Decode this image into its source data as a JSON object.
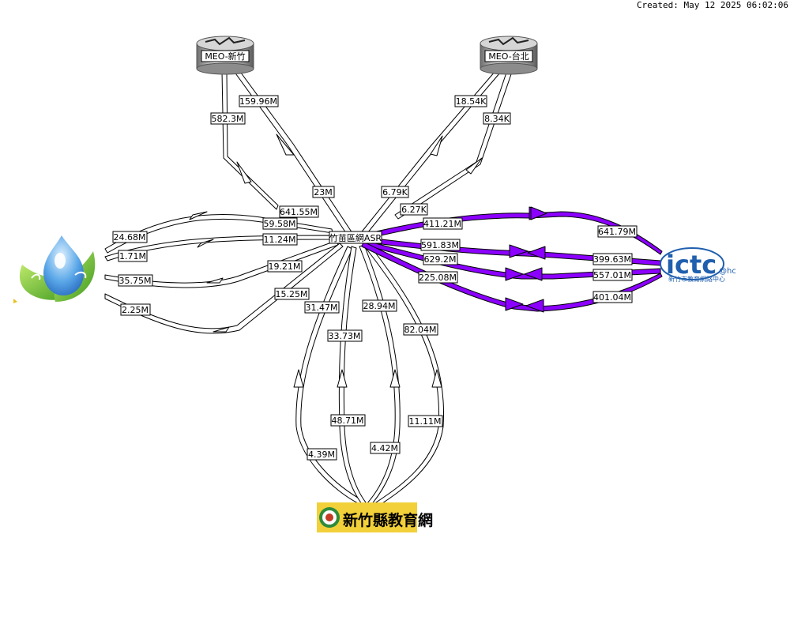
{
  "header": {
    "created": "Created: May 12 2025 06:02:06"
  },
  "nodes": {
    "center": "竹苗區網ASR",
    "meo_hsinchu": "MEO-新竹",
    "meo_taipei": "MEO-台北",
    "ictc_logo": "ictc",
    "ictc_sup": "@hc",
    "ictc_sub": "新竹市教育網路中心",
    "county_net": "新竹縣教育網"
  },
  "colors": {
    "purple": "#8B00FF",
    "white_link": "#ffffff",
    "outline": "#000000"
  },
  "links": {
    "meo_hsinchu_out": "159.96M",
    "meo_hsinchu_in": "582.3M",
    "meo_hsinchu_near_a": "23M",
    "meo_hsinchu_near_b": "641.55M",
    "meo_taipei_out": "18.54K",
    "meo_taipei_in": "8.34K",
    "meo_taipei_near_a": "6.79K",
    "meo_taipei_near_b": "6.27K",
    "left1_far": "24.68M",
    "left1_near": "59.58M",
    "left2_far": "1.71M",
    "left2_near": "11.24M",
    "left3_far": "35.75M",
    "left3_near": "19.21M",
    "left4_far": "2.25M",
    "left4_near": "15.25M",
    "ictc1_near": "411.21M",
    "ictc1_far": "641.79M",
    "ictc2_near": "591.83M",
    "ictc2_far": "399.63M",
    "ictc3_near": "629.2M",
    "ictc3_far": "557.01M",
    "ictc4_near": "225.08M",
    "ictc4_far": "401.04M",
    "county1_near": "31.47M",
    "county1_far": "4.39M",
    "county2_near": "33.73M",
    "county2_far": "48.71M",
    "county3_near": "28.94M",
    "county3_far": "4.42M",
    "county4_near": "82.04M",
    "county4_far": "11.11M"
  }
}
